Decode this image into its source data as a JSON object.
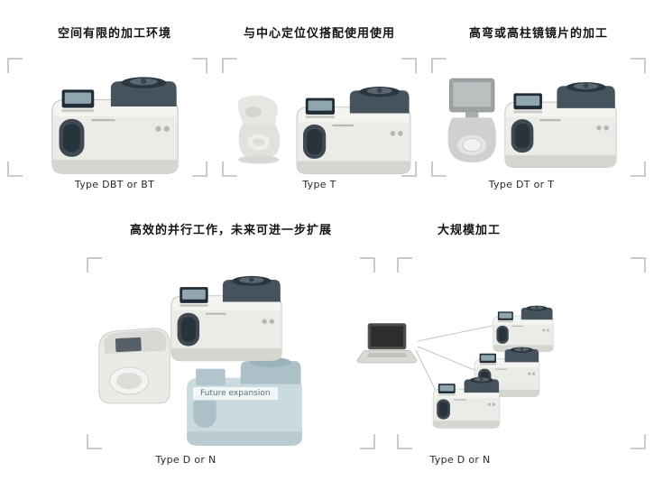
{
  "sections": [
    {
      "id": "limited-space",
      "title": "空间有限的加工环境",
      "caption": "Type DBT or BT"
    },
    {
      "id": "with-centering",
      "title": "与中心定位仪搭配使用使用",
      "caption": "Type T"
    },
    {
      "id": "high-curve",
      "title": "高弯或高柱镜镜片的加工",
      "caption": "Type DT or T"
    },
    {
      "id": "parallel-work",
      "title": "高效的并行工作，未来可进一步扩展",
      "caption": "Type D or N",
      "future_label": "Future expansion"
    },
    {
      "id": "large-scale",
      "title": "大规模加工",
      "caption": "Type D or N"
    }
  ],
  "icons": {
    "lens-edger": "lens-edger-machine-illustration",
    "centering-device": "centering-device-illustration",
    "screen-device": "measuring-device-with-screen-illustration",
    "compact-machine": "compact-machine-illustration",
    "laptop": "laptop-illustration",
    "future-machine": "future-expansion-machine-illustration",
    "network-lines": "connection-lines"
  },
  "colors": {
    "bracket": "#cbcbcb",
    "title": "#141414",
    "caption": "#2a2a2a",
    "machine_dark": "#46525c",
    "machine_body": "#ebebe7",
    "future_tint": "#c2d4d9",
    "line": "#c4c4c4"
  }
}
